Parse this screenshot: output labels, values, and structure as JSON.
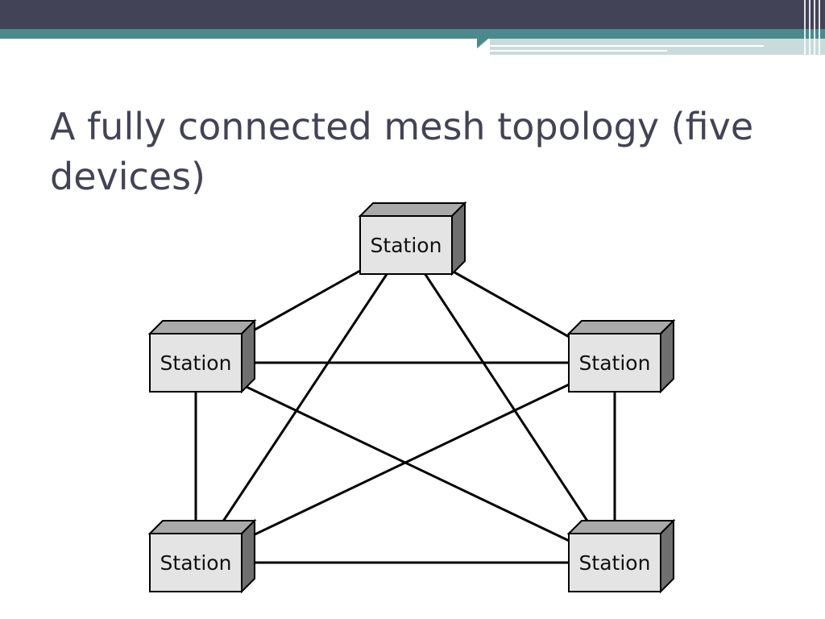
{
  "slide": {
    "title": "A fully connected mesh topology (five devices)"
  },
  "diagram": {
    "node_label": "Station",
    "nodes": [
      {
        "id": "top",
        "label": "Station"
      },
      {
        "id": "left",
        "label": "Station"
      },
      {
        "id": "right",
        "label": "Station"
      },
      {
        "id": "bottom-left",
        "label": "Station"
      },
      {
        "id": "bottom-right",
        "label": "Station"
      }
    ],
    "links": [
      [
        "top",
        "left"
      ],
      [
        "top",
        "right"
      ],
      [
        "top",
        "bottom-left"
      ],
      [
        "top",
        "bottom-right"
      ],
      [
        "left",
        "right"
      ],
      [
        "left",
        "bottom-left"
      ],
      [
        "left",
        "bottom-right"
      ],
      [
        "right",
        "bottom-left"
      ],
      [
        "right",
        "bottom-right"
      ],
      [
        "bottom-left",
        "bottom-right"
      ]
    ],
    "colors": {
      "box_front": "#e4e4e4",
      "box_top": "#a9a9a9",
      "box_side": "#6f6f6f",
      "link": "#000000"
    }
  },
  "theme": {
    "header_dark": "#434357",
    "header_teal": "#4a8a8c",
    "title_color": "#434357"
  }
}
